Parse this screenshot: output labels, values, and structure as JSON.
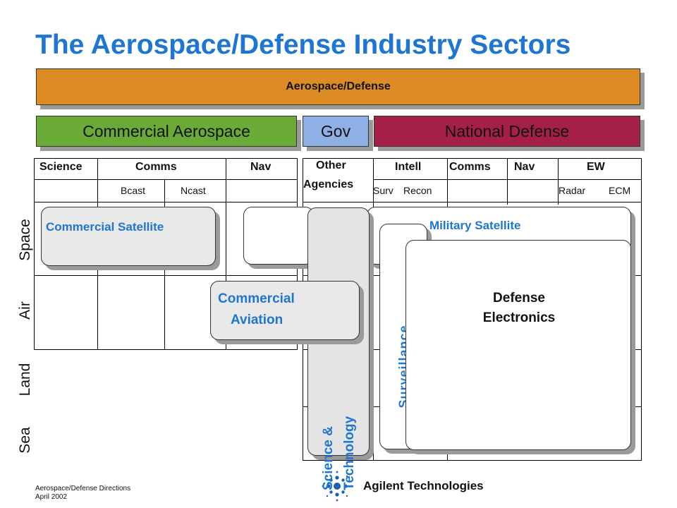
{
  "title": "The Aerospace/Defense Industry Sectors",
  "bars": {
    "top": "Aerospace/Defense",
    "commercial": "Commercial Aerospace",
    "gov": "Gov",
    "national": "National Defense"
  },
  "columns": {
    "science": "Science",
    "comms": "Comms",
    "nav": "Nav",
    "other_line1": "Other",
    "other_line2": "Agencies",
    "intell": "Intell",
    "comms2": "Comms",
    "nav2": "Nav",
    "ew": "EW"
  },
  "subcolumns": {
    "bcast": "Bcast",
    "ncast": "Ncast",
    "surv": "Surv",
    "recon": "Recon",
    "radar": "Radar",
    "ecm": "ECM"
  },
  "rows": {
    "space": "Space",
    "air": "Air",
    "land": "Land",
    "sea": "Sea"
  },
  "boxes": {
    "commercial_satellite": "Commercial Satellite",
    "commercial_aviation_line1": "Commercial",
    "commercial_aviation_line2": "Aviation",
    "military_satellite": "Military Satellite",
    "science_tech_line1": "Science &",
    "science_tech_line2": "Technology",
    "surveillance": "Surveillance",
    "defense_line1": "Defense",
    "defense_line2": "Electronics"
  },
  "footer": {
    "line1": "Aerospace/Defense Directions",
    "line2": "April 2002"
  },
  "logo": {
    "text": "Agilent Technologies"
  },
  "colors": {
    "title": "#1f76d2",
    "top_bar": "#dc8c22",
    "commercial": "#6aab37",
    "gov": "#8fb0e4",
    "national": "#a52047"
  }
}
